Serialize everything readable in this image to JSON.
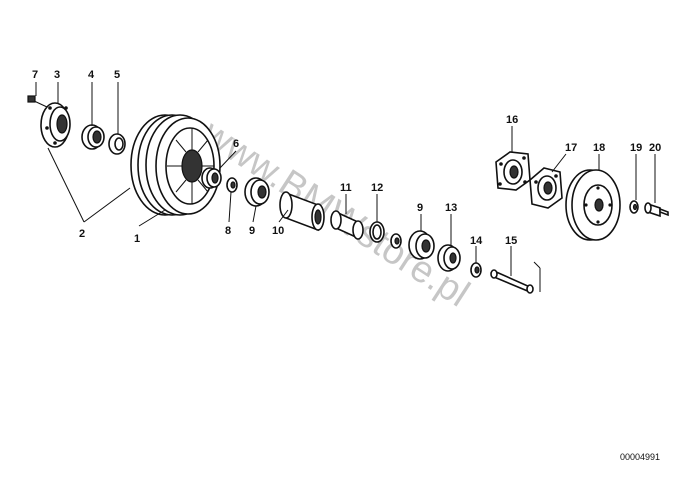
{
  "diagram": {
    "catalog_number": "00004991",
    "watermark": "www.BMWstore.pl",
    "labels": [
      "1",
      "2",
      "3",
      "4",
      "5",
      "6",
      "7",
      "8",
      "9",
      "9",
      "10",
      "11",
      "12",
      "13",
      "14",
      "15",
      "16",
      "17",
      "18",
      "19",
      "20"
    ]
  }
}
